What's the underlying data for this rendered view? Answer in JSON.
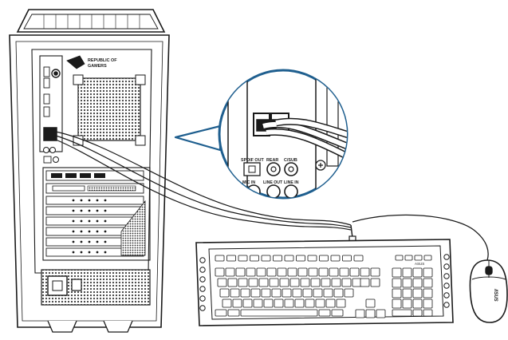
{
  "diagram": {
    "tower_logo_line1": "REPUBLIC OF",
    "tower_logo_line2": "GAMERS",
    "callout_labels": {
      "spdif_out": "SPDIF OUT",
      "rear": "REAR",
      "csub": "C/SUB",
      "mic_in": "MIC IN",
      "line_out": "LINE OUT",
      "line_in": "LINE IN"
    },
    "keyboard_brand": "ASUS",
    "mouse_brand": "/ISUS",
    "colors": {
      "line": "#1a1a1a",
      "callout": "#1f5f8f",
      "vent": "#444444",
      "panel": "#ffffff"
    }
  }
}
